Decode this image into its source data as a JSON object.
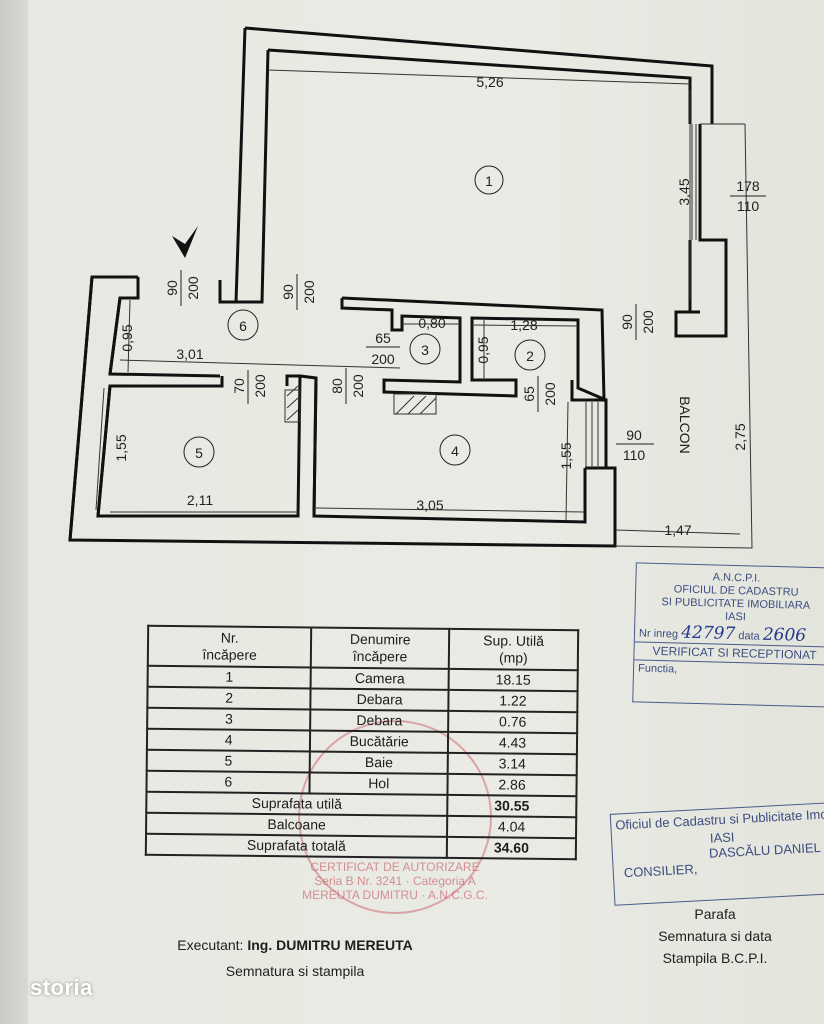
{
  "plan": {
    "labels": {
      "w1": "5,26",
      "h1": "3,45",
      "win1_top": "178",
      "win1_bot": "110",
      "door_entry_top": "90",
      "door_entry_bot": "200",
      "door_hol_top": "90",
      "door_hol_bot": "200",
      "door_cam_top": "90",
      "door_cam_bot": "200",
      "h6": "0,95",
      "room6": "6",
      "w6": "3,01",
      "door3_top": "65",
      "door3_bot": "200",
      "w3": "0,80",
      "room3": "3",
      "h2": "0,95",
      "w2": "1,28",
      "room2": "2",
      "door5_top": "70",
      "door5_bot": "200",
      "door4_top": "80",
      "door4_bot": "200",
      "door2_top": "65",
      "door2_bot": "200",
      "h5": "1,55",
      "room5": "5",
      "w5": "2,11",
      "room4": "4",
      "w4": "3,05",
      "h4": "1,55",
      "win4_top": "90",
      "win4_bot": "110",
      "balcon": "BALCON",
      "hb": "2,75",
      "wb": "1,47",
      "room1": "1"
    }
  },
  "table": {
    "headers": [
      "Nr.\nîncăpere",
      "Denumire\nîncăpere",
      "Sup. Utilă\n(mp)"
    ],
    "h1a": "Nr.",
    "h1b": "încăpere",
    "h2a": "Denumire",
    "h2b": "încăpere",
    "h3a": "Sup. Utilă",
    "h3b": "(mp)",
    "rows": [
      {
        "nr": "1",
        "name": "Camera",
        "area": "18.15"
      },
      {
        "nr": "2",
        "name": "Debara",
        "area": "1.22"
      },
      {
        "nr": "3",
        "name": "Debara",
        "area": "0.76"
      },
      {
        "nr": "4",
        "name": "Bucătărie",
        "area": "4.43"
      },
      {
        "nr": "5",
        "name": "Baie",
        "area": "3.14"
      },
      {
        "nr": "6",
        "name": "Hol",
        "area": "2.86"
      }
    ],
    "util_label": "Suprafata utilă",
    "util_value": "30.55",
    "balc_label": "Balcoane",
    "balc_value": "4.04",
    "total_label": "Suprafata totală",
    "total_value": "34.60"
  },
  "stamp_ancpi": {
    "l1": "A.N.C.P.I.",
    "l2": "OFICIUL DE CADASTRU",
    "l3": "SI PUBLICITATE IMOBILIARA",
    "l4": "IASI",
    "nr_label": "Nr inreg",
    "nr_value": "42797",
    "data_label": "data",
    "data_value": "2606",
    "verified": "VERIFICAT SI RECEPTIONAT",
    "functia": "Functia,"
  },
  "stamp_ocpi": {
    "l1": "Oficiul de Cadastru si Publicitate Imobiliara",
    "l2": "IASI",
    "l3": "DASCĂLU DANIEL",
    "l4": "CONSILIER,"
  },
  "bcpi_caption": {
    "l1": "Parafa",
    "l2": "Semnatura si data",
    "l3": "Stampila B.C.P.I."
  },
  "red_stamp": {
    "l1": "CERTIFICAT",
    "l2": "DE",
    "l3": "AUTORIZARE",
    "l4": "Seria B  Nr. 3241",
    "l5": "Categoria A",
    "l6": "MEREUTA",
    "l7": "DUMITRU",
    "l8": "A.N.C.G.C."
  },
  "executant": {
    "label": "Executant:",
    "name": "Ing. DUMITRU MEREUTA",
    "sub": "Semnatura si stampila"
  },
  "watermark": "storia"
}
